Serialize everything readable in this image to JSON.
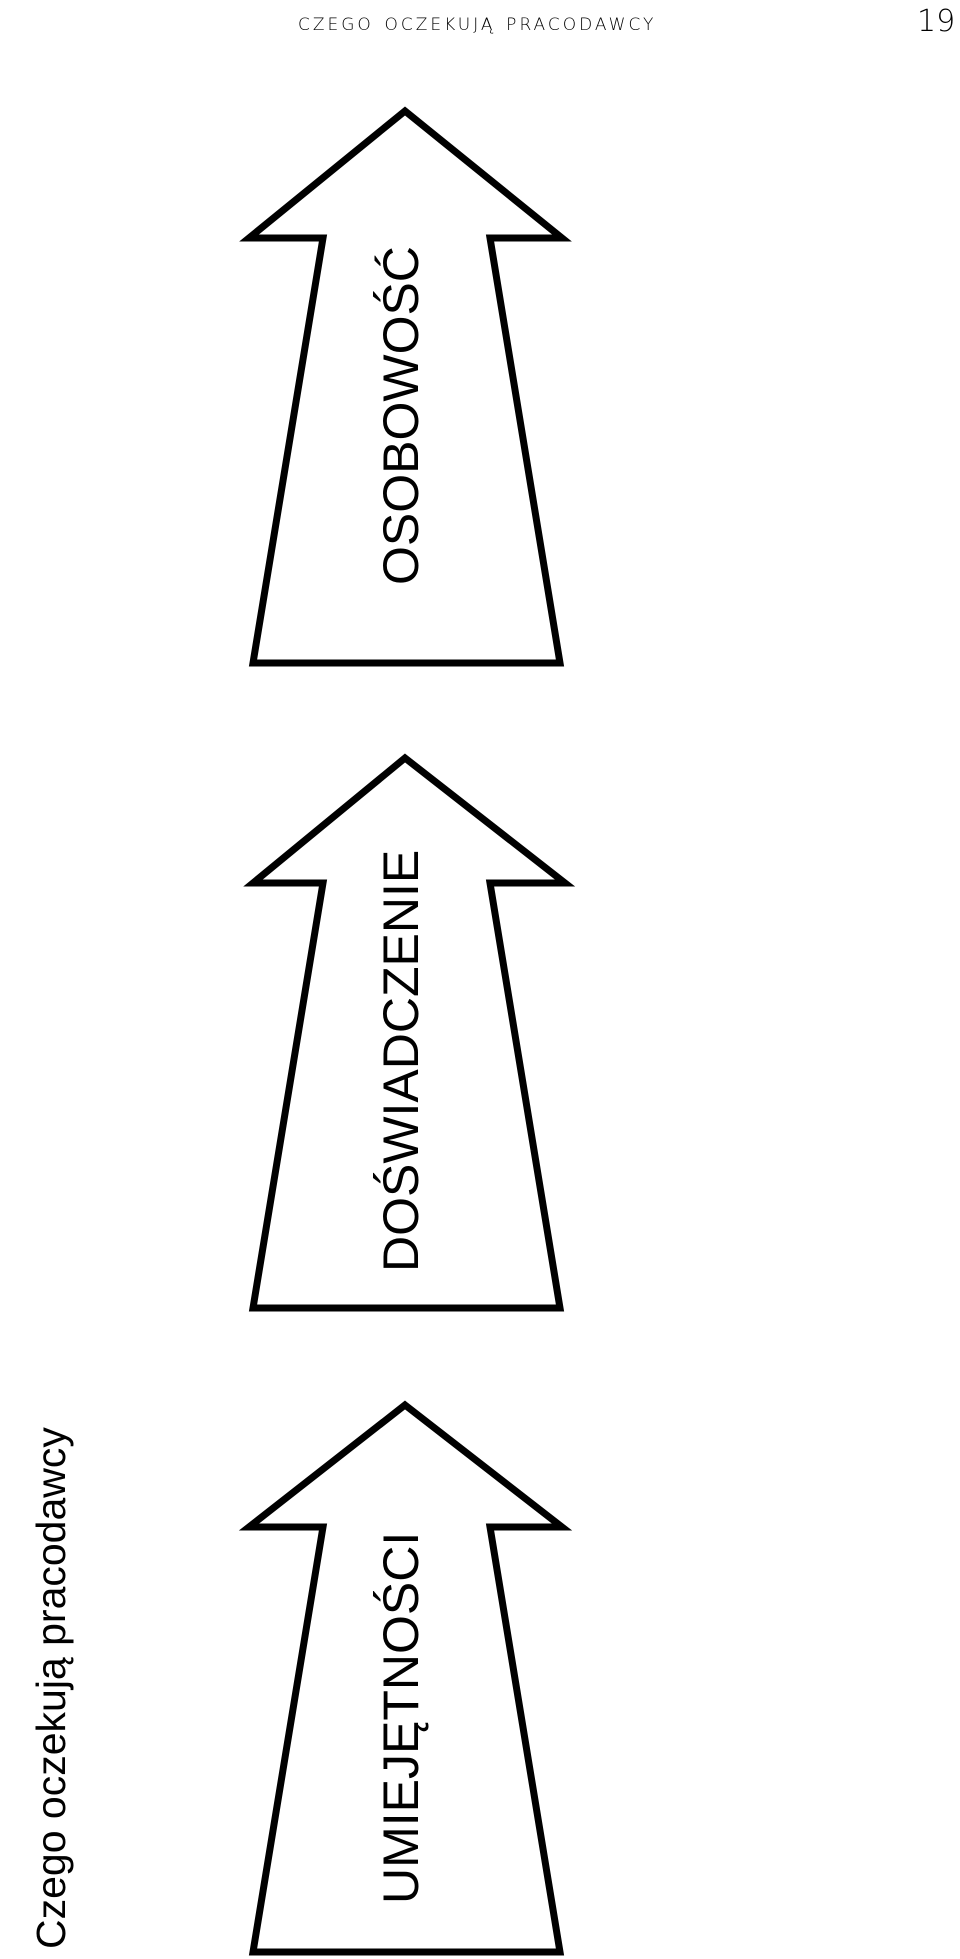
{
  "header": {
    "running_head": "Czego oczekują pracodawcy",
    "page_number": "19"
  },
  "side_title": "Czego oczekują pracodawcy",
  "diagram": {
    "arrows": [
      {
        "label": "OSOBOWOŚĆ"
      },
      {
        "label": "DOŚWIADCZENIE"
      },
      {
        "label": "UMIEJĘTNOŚCI"
      }
    ]
  },
  "colors": {
    "ink": "#000000",
    "paper": "#ffffff"
  }
}
